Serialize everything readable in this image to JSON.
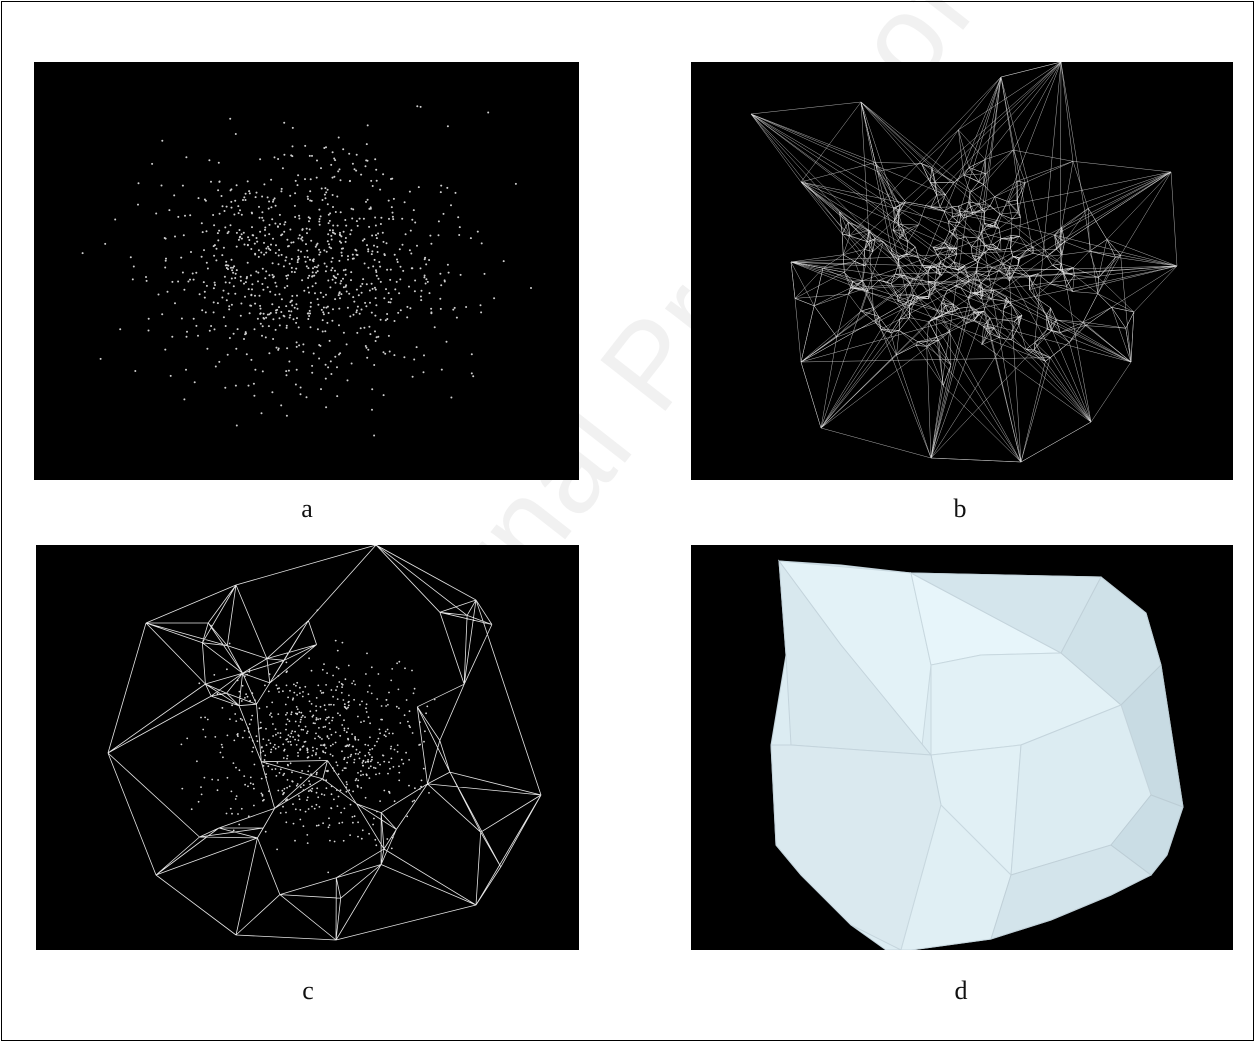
{
  "figure": {
    "panels": [
      {
        "id": "a",
        "caption": "a"
      },
      {
        "id": "b",
        "caption": "b"
      },
      {
        "id": "c",
        "caption": "c"
      },
      {
        "id": "d",
        "caption": "d"
      }
    ]
  },
  "watermark": "Journal Pre-proof",
  "colors": {
    "panel_background": "#000000",
    "point_color": "#d0d0d0",
    "edge_color": "#e6e6e6",
    "hull_fill": "#dcecf2",
    "hull_edge": "#c4d4dc"
  }
}
